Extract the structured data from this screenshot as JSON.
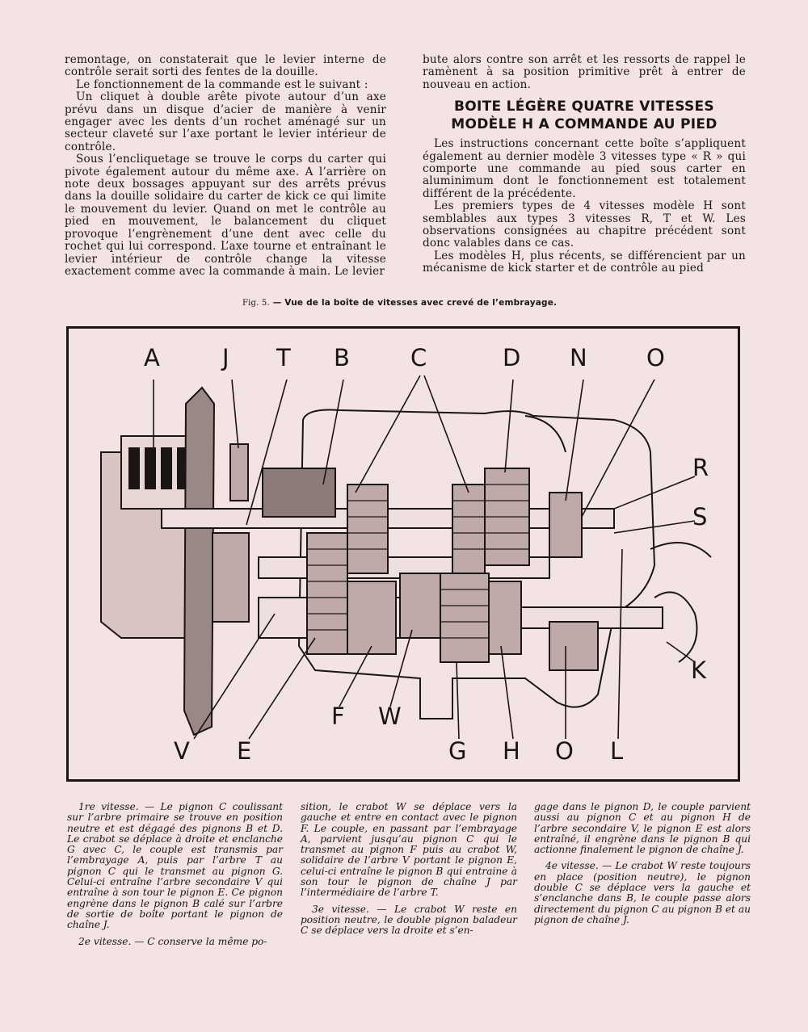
{
  "top_left": [
    "remontage, on constaterait que le levier interne de contrôle serait sorti des fentes de la douille.",
    "Le fonctionnement de la commande est le suivant :",
    "Un cliquet à double arête pivote autour d’un axe prévu dans un disque d’acier de manière à venir engager avec les dents d’un rochet aménagé sur un secteur claveté sur l’axe portant le levier intérieur de contrôle.",
    "Sous l’encliquetage se trouve le corps du carter qui pivote également autour du même axe. A l’arrière on note deux bossages appuyant sur des arrêts prévus dans la douille solidaire du carter de kick ce qui limite le mouvement du levier. Quand on met le contrôle au pied en mouvement, le balancement du cliquet provoque l’engrènement d’une dent avec celle du rochet qui lui correspond. L’axe tourne et entraînant le levier intérieur de contrôle change la vitesse exactement comme avec la commande à main. Le levier"
  ],
  "top_right": {
    "intro": "bute alors contre son arrêt et les ressorts de rappel le ramènent à sa position primitive prêt à entrer de nouveau en action.",
    "heading_line1": "BOITE LÉGÈRE QUATRE VITESSES",
    "heading_line2": "MODÈLE H A COMMANDE AU PIED",
    "paragraphs": [
      "Les instructions concernant cette boîte s’appliquent également au dernier modèle 3 vitesses type « R » qui comporte une commande au pied sous carter en aluminimum dont le fonctionnement est totalement différent de la précédente.",
      "Les premiers types de 4 vitesses modèle H sont semblables aux types 3 vitesses R, T et W. Les observations consignées au chapitre précédent sont donc valables dans ce cas.",
      "Les modèles H, plus récents, se différencient par un mécanisme de kick starter et de contrôle au pied"
    ]
  },
  "figure": {
    "caption_prefix": "Fig. 5.",
    "caption": "— Vue de la boîte de vitesses avec crevé de l’embrayage.",
    "labels_top": [
      "A",
      "J",
      "T",
      "B",
      "C",
      "D",
      "N",
      "O"
    ],
    "labels_right": [
      "R",
      "S",
      "K"
    ],
    "labels_bottom": [
      "V",
      "E",
      "F",
      "W",
      "G",
      "H",
      "O",
      "L"
    ]
  },
  "bottom": {
    "col1": [
      "1re vitesse. — Le pignon C coulissant sur l’arbre primaire se trouve en position neutre et est dégagé des pignons B et D. Le crabot se déplace à droite et enclanche G avec C, le couple est transmis par l’embrayage A, puis par l’arbre T au pignon C qui le transmet au pignon G. Celui-ci entraîne l’arbre secondaire V qui entraîne à son tour le pignon E. Ce pignon engrène dans le pignon B calé sur l’arbre de sortie de boîte portant le pignon de chaîne J.",
      "2e vitesse. — C conserve la même po-"
    ],
    "col2": [
      "sition, le crabot W se déplace vers la gauche et entre en contact avec le pignon F. Le couple, en passant par l’embrayage A, parvient jusqu’au pignon C qui le transmet au pignon F puis au crabot W, solidaire de l’arbre V portant le pignon E, celui-ci entraîne le pignon B qui entraine à son tour le pignon de chaîne J par l’intermédiaire de l’arbre T.",
      "3e vitesse. — Le crabot W reste en position neutre, le double pignon baladeur C se déplace vers la droite et s’en-"
    ],
    "col3": [
      "gage dans le pignon D, le couple parvient aussi au pignon C et au pignon H de l’arbre secondaire V, le pignon E est alors entraîné, il engrène dans le pignon B qui actionne finalement le pignon de chaîne J.",
      "4e vitesse. — Le crabot W reste toujours en place (position neutre), le pignon double C se déplace vers la gauche et s’enclanche dans B, le couple passe alors directement du pignon C au pignon B et au pignon de chaîne J."
    ]
  }
}
